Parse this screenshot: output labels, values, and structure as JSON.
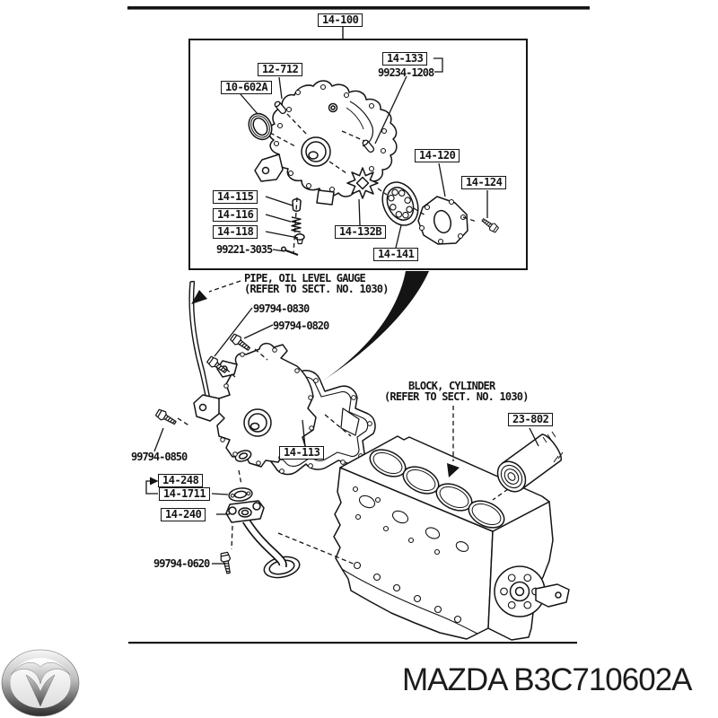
{
  "colors": {
    "ink": "#141414",
    "paper": "#ffffff"
  },
  "callouts": {
    "c14_100": "14-100",
    "c12_712": "12-712",
    "c10_602A": "10-602A",
    "c14_133": "14-133",
    "c14_120": "14-120",
    "c14_124": "14-124",
    "c14_115": "14-115",
    "c14_116": "14-116",
    "c14_118": "14-118",
    "c14_132B": "14-132B",
    "c14_141": "14-141",
    "c14_113": "14-113",
    "c14_248": "14-248",
    "c14_1711": "14-1711",
    "c14_240": "14-240",
    "c23_802": "23-802"
  },
  "part_numbers": {
    "n99234_1208": "99234-1208",
    "n99221_3035": "99221-3035",
    "n99794_0830": "99794-0830",
    "n99794_0820": "99794-0820",
    "n99794_0850": "99794-0850",
    "n99794_0620": "99794-0620"
  },
  "notes": {
    "pipe": {
      "line1": "PIPE, OIL LEVEL GAUGE",
      "line2": "(REFER TO SECT. NO. 1030)"
    },
    "block": {
      "line1": "BLOCK, CYLINDER",
      "line2": "(REFER TO SECT. NO. 1030)"
    }
  },
  "footer": {
    "brand_line": "MAZDA B3C710602A"
  }
}
